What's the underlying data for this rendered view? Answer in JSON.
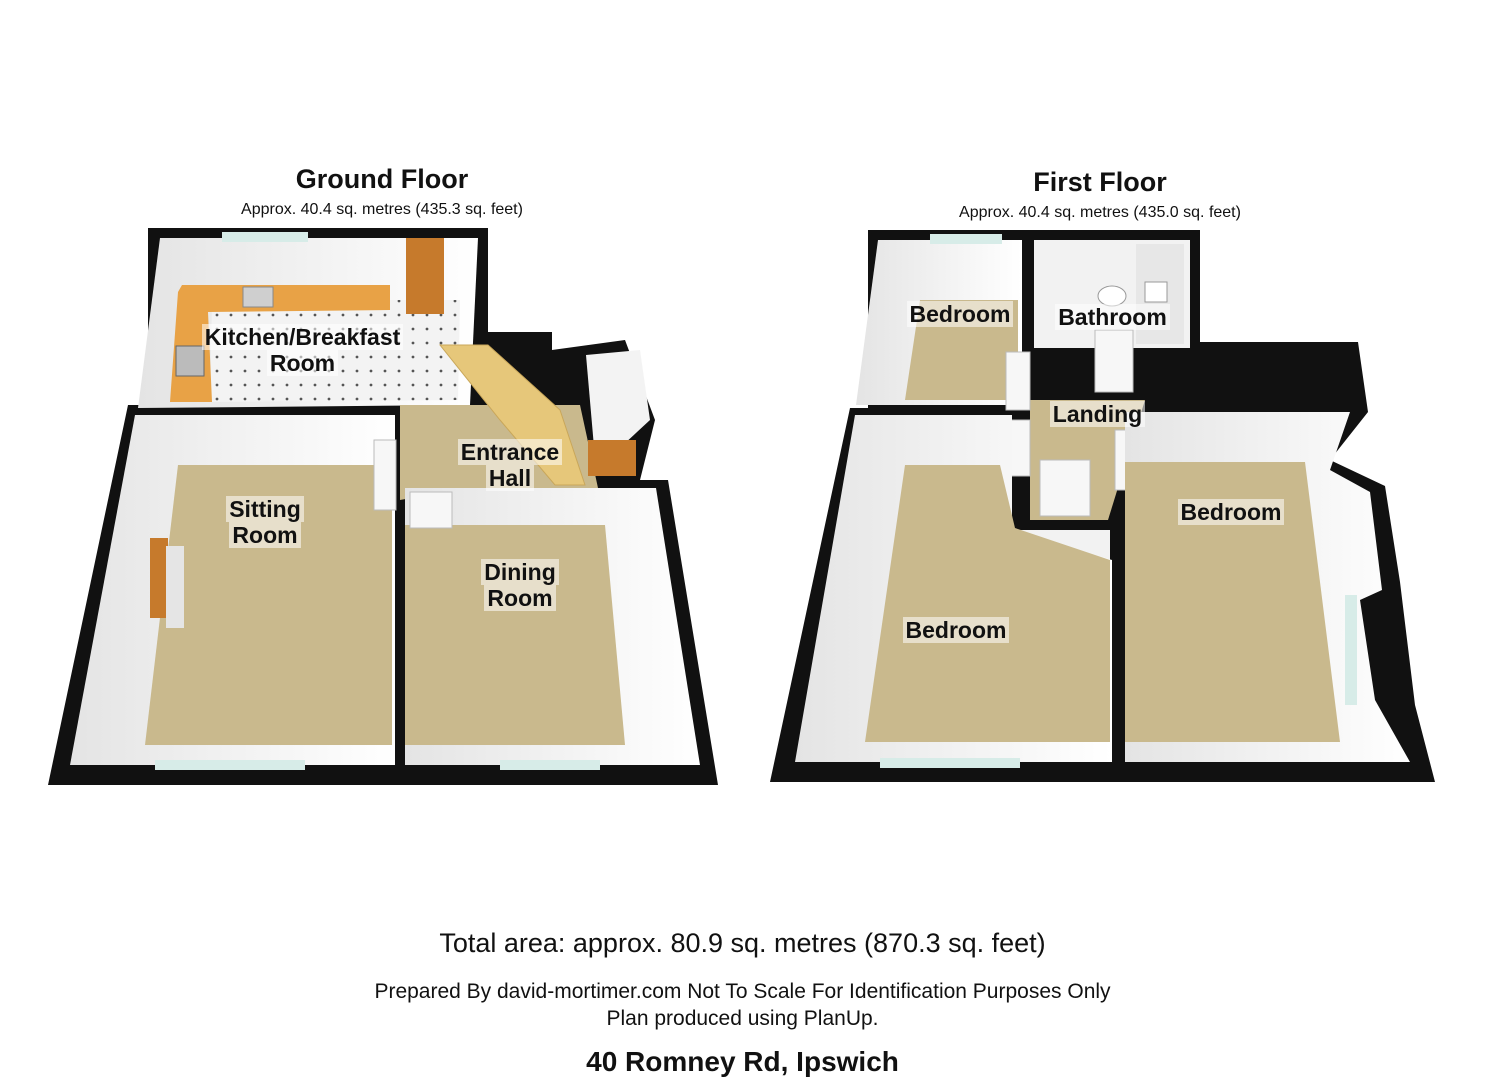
{
  "ground_floor": {
    "title": "Ground Floor",
    "area": "Approx. 40.4 sq. metres (435.3 sq. feet)",
    "rooms": {
      "kitchen": [
        "Kitchen/Breakfast",
        "Room"
      ],
      "entrance": [
        "Entrance",
        "Hall"
      ],
      "sitting": [
        "Sitting",
        "Room"
      ],
      "dining": [
        "Dining",
        "Room"
      ]
    }
  },
  "first_floor": {
    "title": "First Floor",
    "area": "Approx. 40.4 sq. metres (435.0 sq. feet)",
    "rooms": {
      "bedroom_small": "Bedroom",
      "bathroom": "Bathroom",
      "landing": "Landing",
      "bedroom_left": "Bedroom",
      "bedroom_right": "Bedroom"
    }
  },
  "footer": {
    "total": "Total area: approx. 80.9 sq. metres (870.3 sq. feet)",
    "prepared": "Prepared By david-mortimer.com Not To Scale  For Identification Purposes Only",
    "produced": "Plan produced using PlanUp.",
    "address": "40 Romney Rd, Ipswich"
  },
  "colors": {
    "carpet": "#c9b98d",
    "wall": "#111111",
    "wall_inner": "#f2f2f2",
    "worktop": "#e59a3a",
    "door": "#c67a2c",
    "window": "#d7ece8"
  }
}
